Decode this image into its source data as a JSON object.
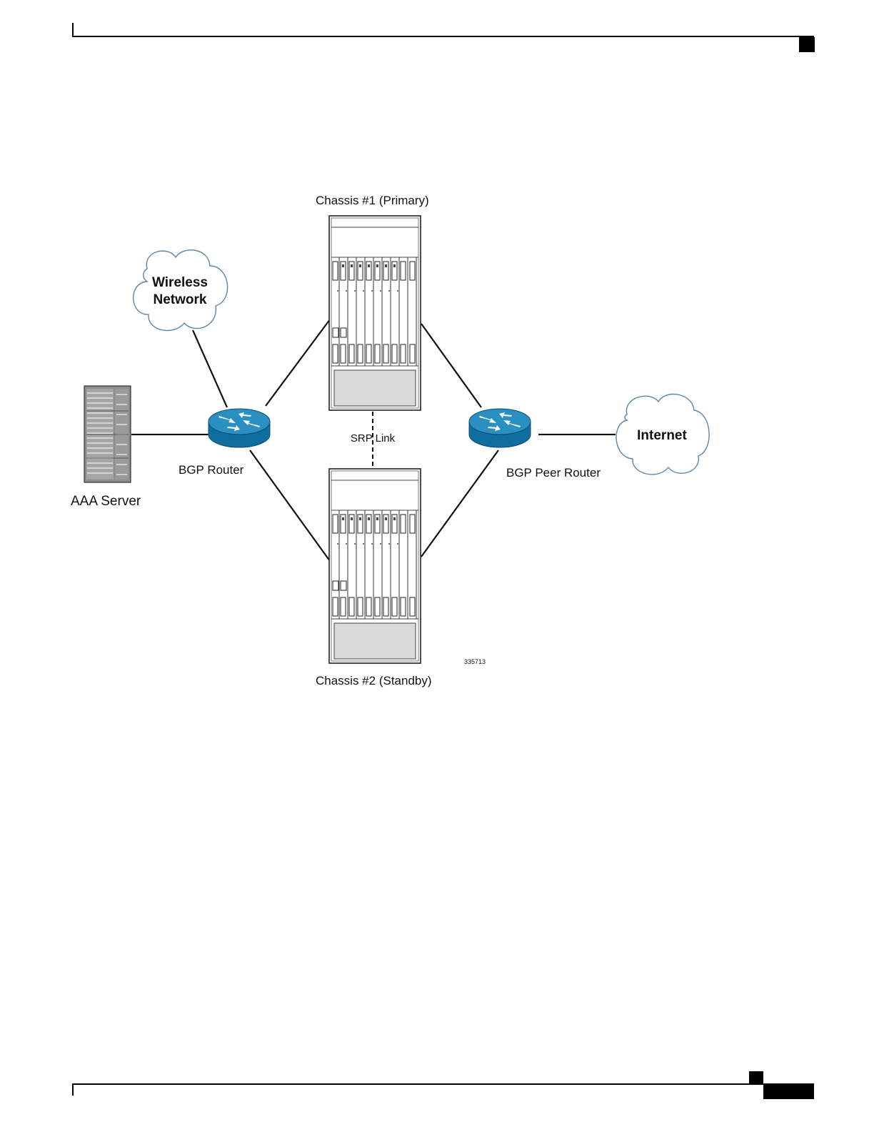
{
  "diagram": {
    "chassis_primary_label": "Chassis #1 (Primary)",
    "chassis_standby_label": "Chassis #2 (Standby)",
    "srp_link_label": "SRP Link",
    "bgp_router_label": "BGP Router",
    "bgp_peer_router_label": "BGP Peer Router",
    "aaa_server_label": "AAA Server",
    "wireless_cloud_line1": "Wireless",
    "wireless_cloud_line2": "Network",
    "internet_cloud_label": "Internet",
    "figure_id": "335713"
  },
  "colors": {
    "router_top": "#2a8fc1",
    "router_side": "#0f6e9e",
    "chassis_panel": "#d9d9d9",
    "line": "#111111"
  }
}
